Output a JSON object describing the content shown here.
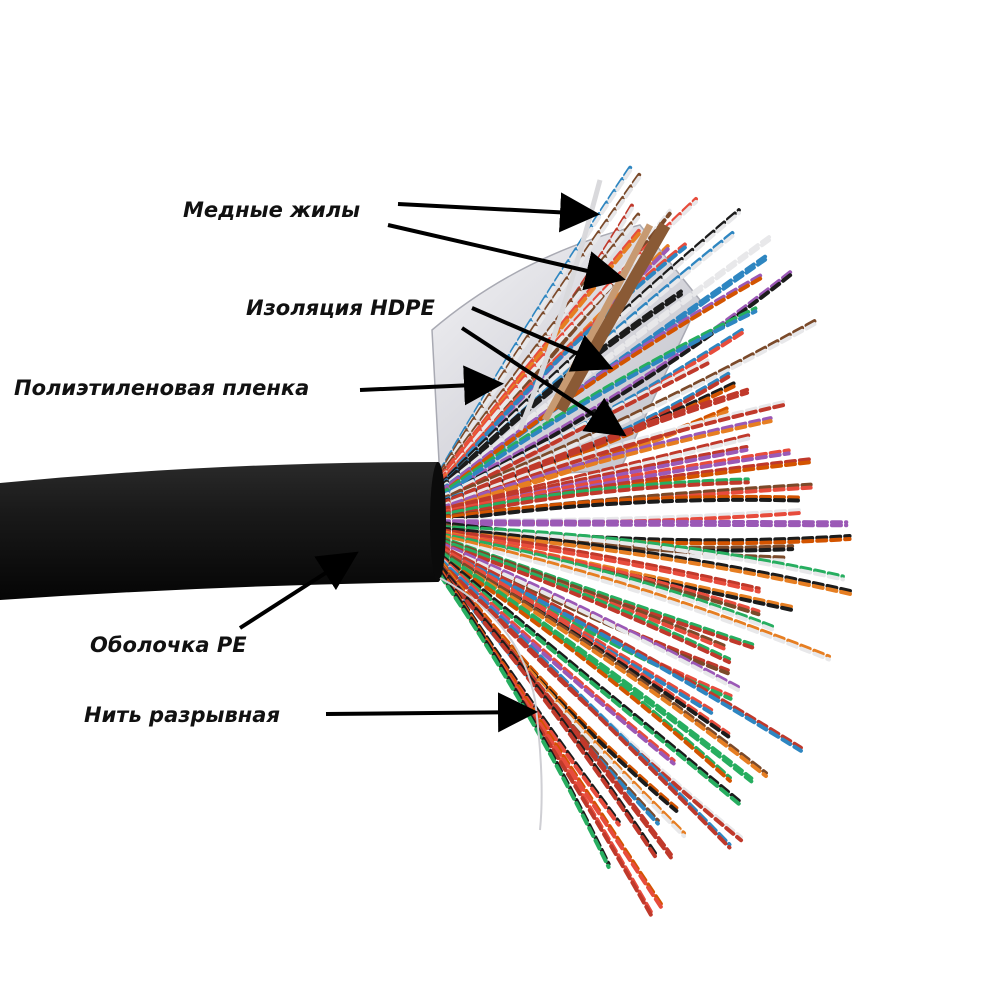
{
  "labels": {
    "copper": "Медные жилы",
    "hdpe": "Изоляция HDPE",
    "film": "Полиэтиленовая пленка",
    "sheath": "Оболочка PE",
    "ripcord": "Нить разрывная"
  },
  "colors": {
    "sheath": "#141414",
    "wires": [
      "#c0392b",
      "#e67e22",
      "#2e86c1",
      "#27ae60",
      "#ffffff",
      "#7b4a2a",
      "#1c1c1c",
      "#9b59b6",
      "#d35400",
      "#e74c3c"
    ],
    "arrow": "#000000",
    "label": "#111111"
  }
}
